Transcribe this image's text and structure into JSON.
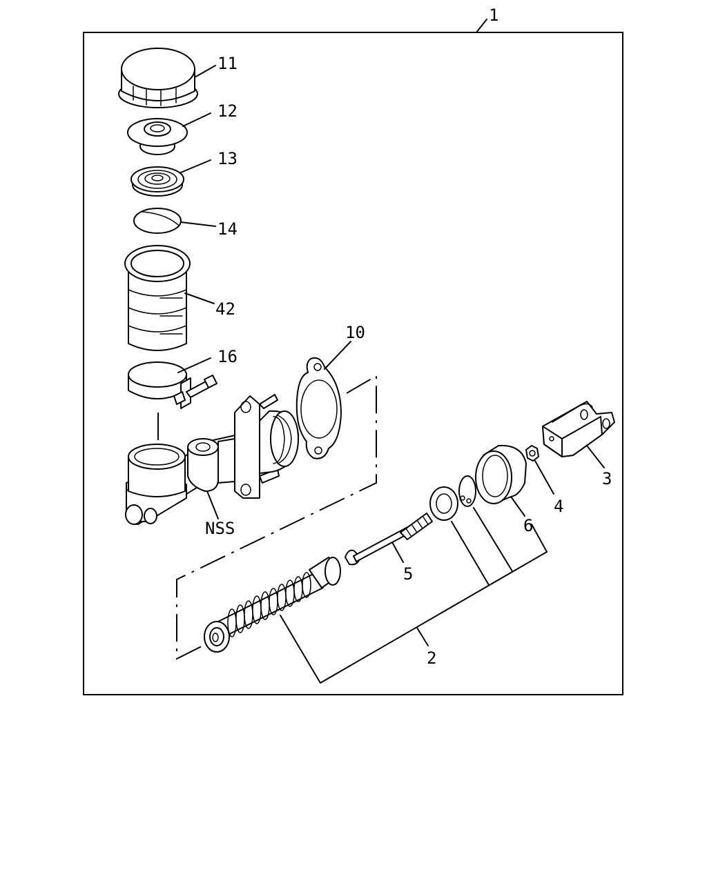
{
  "callouts": {
    "c1": "1",
    "c2": "2",
    "c3": "3",
    "c4": "4",
    "c5": "5",
    "c6": "6",
    "c10": "10",
    "c11": "11",
    "c12": "12",
    "c13": "13",
    "c14": "14",
    "c16": "16",
    "c42": "42",
    "nss": "NSS"
  }
}
